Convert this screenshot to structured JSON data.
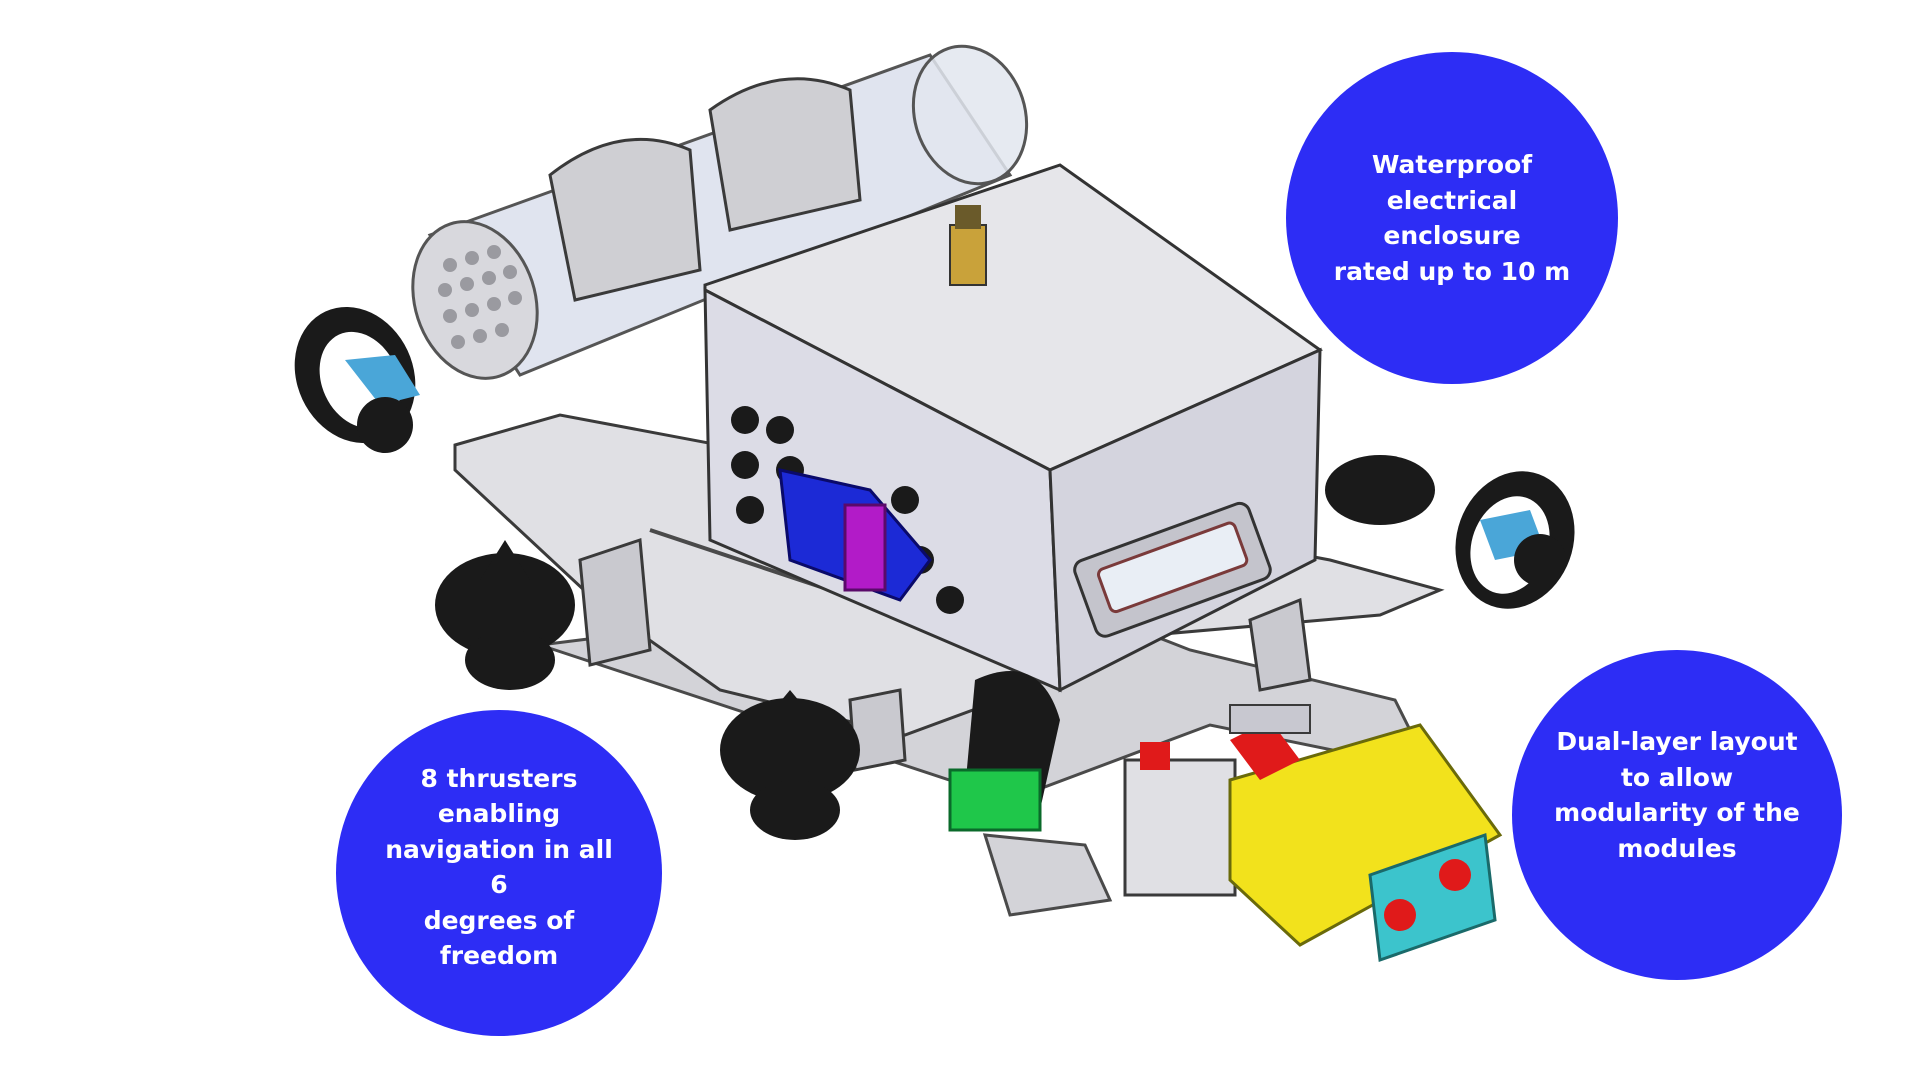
{
  "colors": {
    "callout_fill": "#2d2df5",
    "callout_text": "#ffffff",
    "frame": "#d8d8dc",
    "frame_edge": "#4a4a4a",
    "enclosure_body": "#dcdce6",
    "tube_glass": "#cfd6e6",
    "thruster_black": "#1a1a1a",
    "thruster_blue": "#4aa6d8",
    "bracket_blue": "#1c2ad6",
    "bracket_magenta": "#b21bc8",
    "module_yellow": "#f2e21c",
    "module_green": "#1fc74a",
    "connector_red": "#e01a1a",
    "endcap_cyan": "#3cc4cc",
    "connector_gold": "#c9a23a"
  },
  "callouts": [
    {
      "id": "enclosure",
      "text": "Waterproof\nelectrical enclosure\nrated up to 10 m"
    },
    {
      "id": "thrusters",
      "text": "8 thrusters\nenabling\nnavigation in all 6\ndegrees of\nfreedom"
    },
    {
      "id": "layout",
      "text": "Dual-layer layout\nto allow\nmodularity of the\nmodules"
    }
  ],
  "icons": {
    "drawing": "rov-cad-render-icon"
  }
}
